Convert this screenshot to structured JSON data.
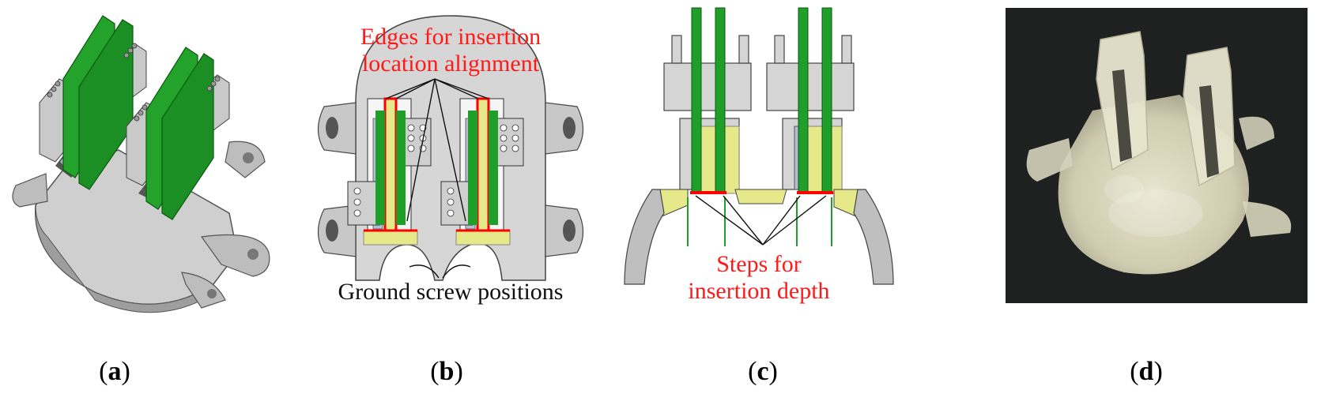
{
  "panels": {
    "a": {
      "caption_open": "(",
      "caption_letter": "a",
      "caption_close": ")"
    },
    "b": {
      "caption_open": "(",
      "caption_letter": "b",
      "caption_close": ")",
      "annotation_red_line1": "Edges for insertion",
      "annotation_red_line2": "location alignment",
      "annotation_black": "Ground screw positions"
    },
    "c": {
      "caption_open": "(",
      "caption_letter": "c",
      "caption_close": ")",
      "annotation_red_line1": "Steps for",
      "annotation_red_line2": "insertion depth"
    },
    "d": {
      "caption_open": "(",
      "caption_letter": "d",
      "caption_close": ")"
    }
  },
  "colors": {
    "pcb_green": "#1f9e2a",
    "highlight_red": "#ff0000",
    "highlight_yellow": "#e6e98a",
    "body_gray": "#d7d7d7",
    "photo_bg": "#1f2120"
  }
}
